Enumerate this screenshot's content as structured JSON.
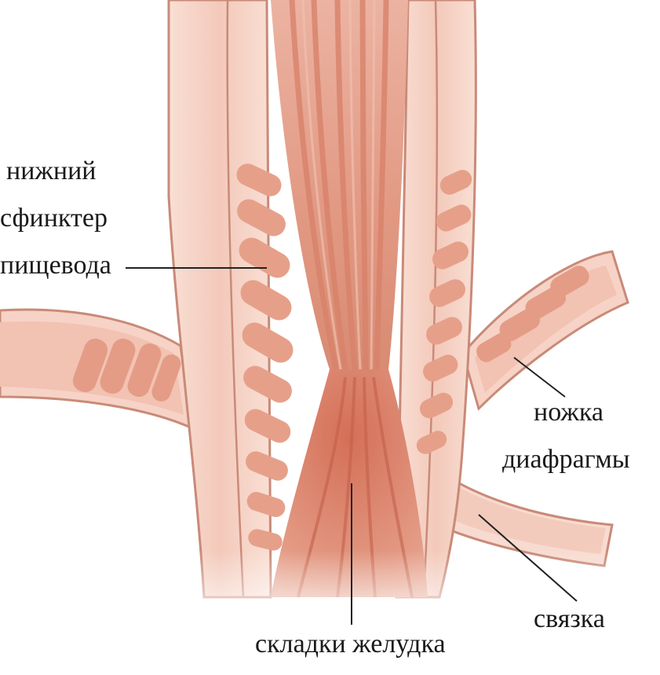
{
  "labels": {
    "sphincter_line1": "нижний",
    "sphincter_line2": "сфинктер",
    "sphincter_line3": "пищевода",
    "crus_line1": "ножка",
    "crus_line2": "диафрагмы",
    "ligament": "связка",
    "gastric_folds": "складки желудка"
  },
  "colors": {
    "background": "#ffffff",
    "tissue_light": "#f6d3c6",
    "tissue_mid": "#eab3a0",
    "muscle_band": "#e49c86",
    "muscle_dark": "#c9705a",
    "outline": "#b56f5c",
    "leader_line": "#222222",
    "text": "#1a1a1a"
  }
}
